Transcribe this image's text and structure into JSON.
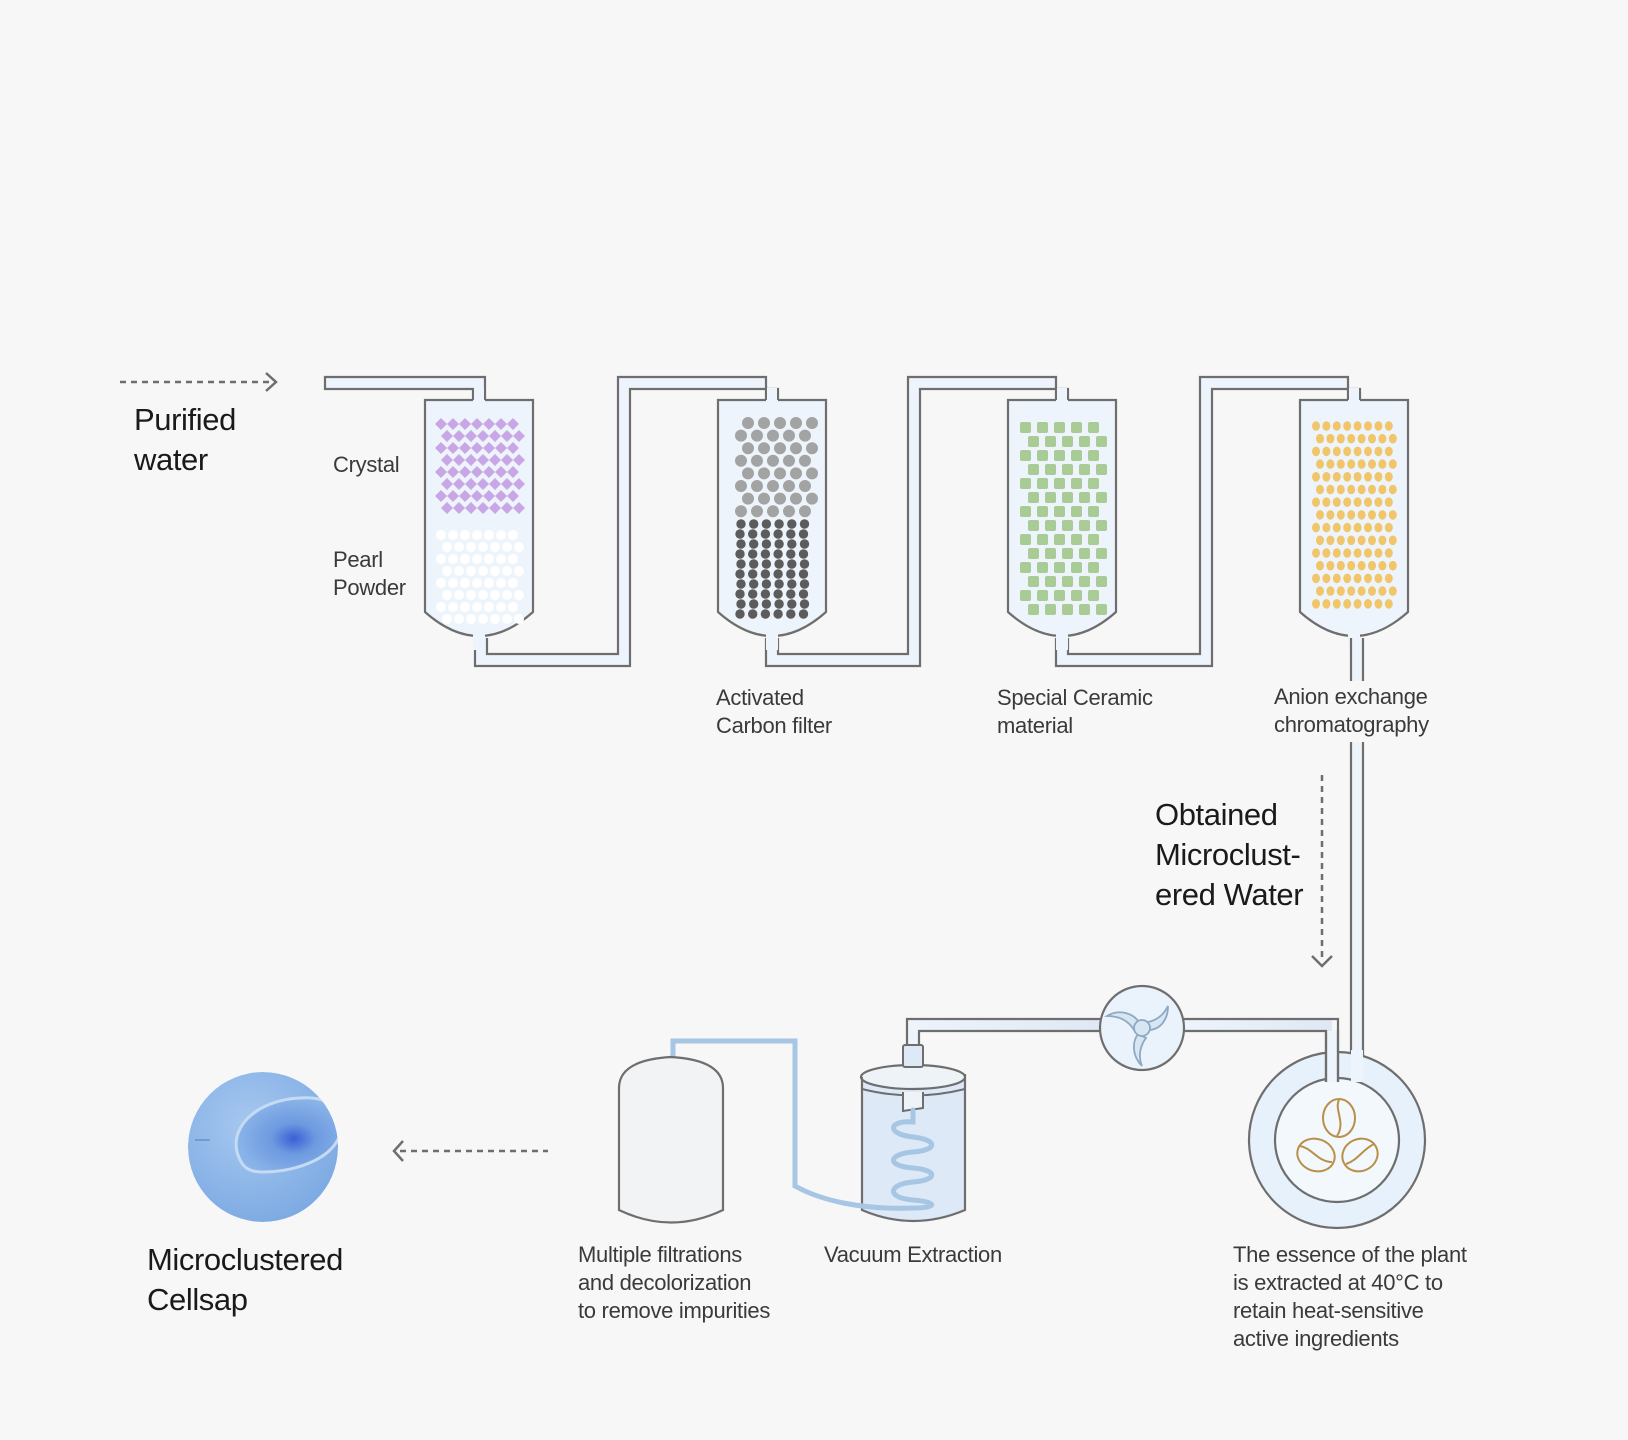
{
  "title": "Microclustered Cellsap production process",
  "colors": {
    "background": "#f7f7f7",
    "outline": "#6e6e6e",
    "tube_fill": "#eef4fb",
    "crystal": "#c9a6e6",
    "pearl": "#ffffff",
    "carbon_light": "#a3a3a3",
    "carbon_dark": "#5c5c5c",
    "ceramic": "#a9cc96",
    "anion": "#f1c66a",
    "coil": "#a6c6e4",
    "bean": "#b8904a",
    "fan": "#9dbbd6"
  },
  "input": {
    "label": "Purified\nwater"
  },
  "columns": [
    {
      "id": "crystal-pearl",
      "layers": [
        "Crystal",
        "Pearl\nPowder"
      ]
    },
    {
      "id": "carbon",
      "label": "Activated\nCarbon filter"
    },
    {
      "id": "ceramic",
      "label": "Special Ceramic\nmaterial"
    },
    {
      "id": "anion",
      "label": "Anion exchange\nchromatography"
    }
  ],
  "intermediate": {
    "label": "Obtained\nMicroclust-\nered Water"
  },
  "stages": {
    "extraction": {
      "label": "The essence of the plant\nis extracted at 40°C to\nretain heat-sensitive\nactive ingredients"
    },
    "vacuum": {
      "label": "Vacuum Extraction"
    },
    "filtration": {
      "label": "Multiple filtrations\nand decolorization\nto remove impurities"
    }
  },
  "output": {
    "label": "Microclustered\nCellsap"
  },
  "icons": {
    "fan": "fan-icon",
    "beans": "plant-seeds-icon",
    "arrow_right": "dashed-arrow-right-icon",
    "arrow_down": "dashed-arrow-down-icon",
    "arrow_left": "dashed-arrow-left-icon"
  }
}
